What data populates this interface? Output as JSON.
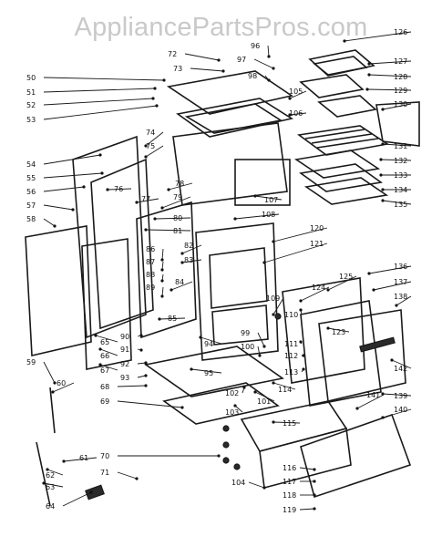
{
  "watermark": "AppliancePartsPros.com",
  "callouts": [
    "50",
    "51",
    "52",
    "53",
    "54",
    "55",
    "56",
    "57",
    "58",
    "59",
    "60",
    "61",
    "62",
    "63",
    "64",
    "65",
    "66",
    "67",
    "68",
    "69",
    "70",
    "71",
    "72",
    "73",
    "74",
    "75",
    "76",
    "77",
    "78",
    "79",
    "80",
    "81",
    "82",
    "83",
    "84",
    "85",
    "86",
    "87",
    "88",
    "89",
    "90",
    "91",
    "92",
    "93",
    "94",
    "95",
    "96",
    "97",
    "98",
    "99",
    "100",
    "101",
    "102",
    "103",
    "104",
    "105",
    "106",
    "107",
    "108",
    "109",
    "110",
    "111",
    "112",
    "113",
    "114",
    "115",
    "116",
    "117",
    "118",
    "119",
    "120",
    "121",
    "123",
    "124",
    "125",
    "126",
    "127",
    "128",
    "129",
    "130",
    "131",
    "132",
    "133",
    "134",
    "135",
    "136",
    "137",
    "138",
    "139",
    "140",
    "141",
    "142"
  ]
}
